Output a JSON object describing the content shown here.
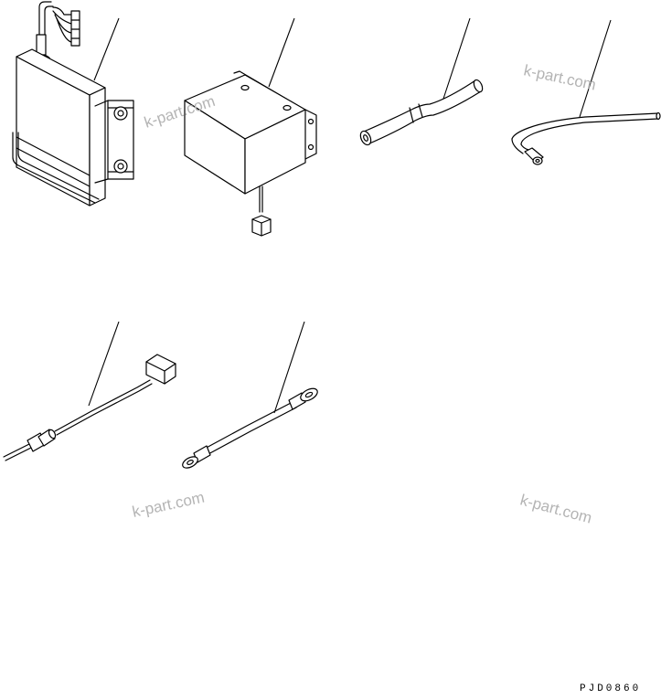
{
  "watermarks": [
    {
      "text": "k-part.com"
    },
    {
      "text": "k-part.com"
    },
    {
      "text": "k-part.com"
    },
    {
      "text": "k-part.com"
    }
  ],
  "drawing_code": "PJD0860"
}
